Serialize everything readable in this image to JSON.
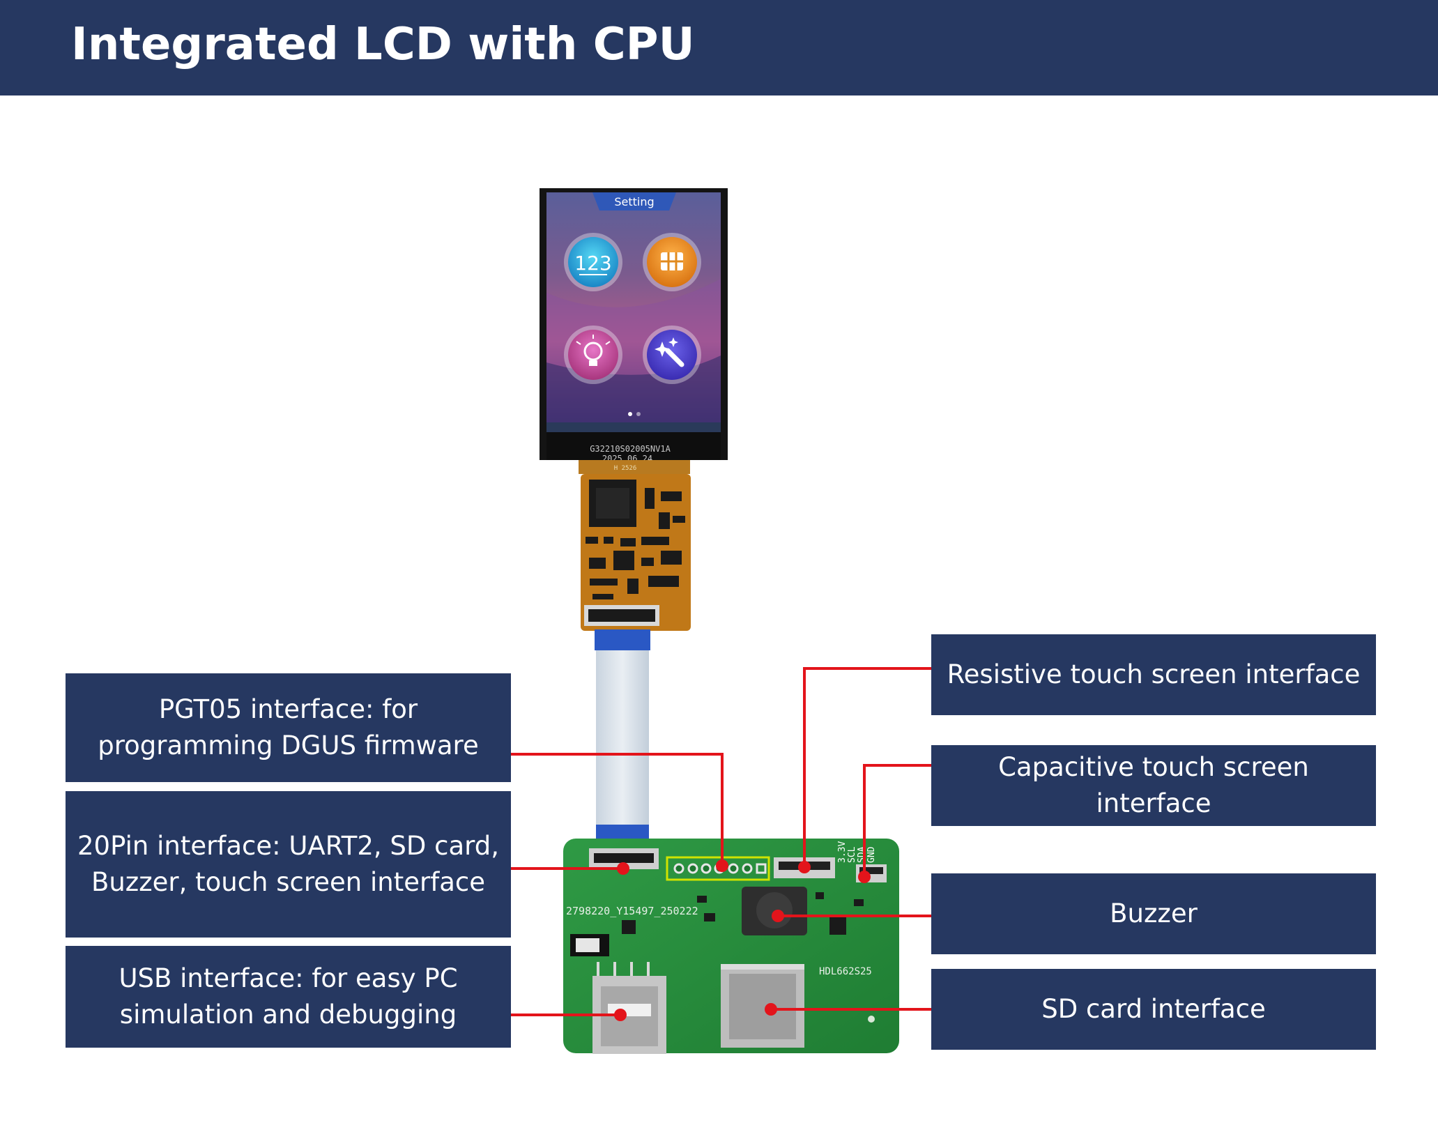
{
  "title": "Integrated LCD with CPU",
  "screen": {
    "header_label": "Setting",
    "icon_labels": [
      "123"
    ],
    "fpc_label": "G32210S02005NV1A",
    "date_label": "2025.06.24",
    "fpc_sub": "H 2526"
  },
  "board": {
    "silk_code": "2798220_Y15497_250222",
    "silk_model": "HDL662S25",
    "pin_labels": [
      "3.3V",
      "SCL",
      "SDA",
      "GND"
    ]
  },
  "labels": {
    "pgt05": "PGT05 interface: for programming DGUS firmware",
    "pin20": "20Pin interface: UART2, SD card, Buzzer, touch screen interface",
    "usb": "USB interface: for easy PC simulation and debugging",
    "resistive": "Resistive touch screen interface",
    "capacitive": "Capacitive touch screen interface",
    "buzzer": "Buzzer",
    "sd": "SD card interface"
  }
}
